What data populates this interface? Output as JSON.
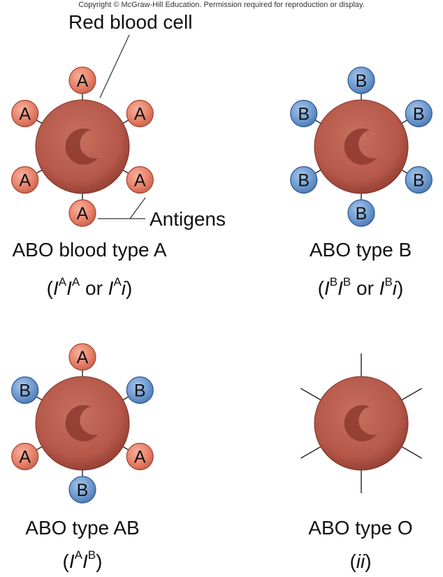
{
  "copyright": "Copyright © McGraw-Hill Education. Permission required for reproduction or display.",
  "callouts": {
    "red_blood_cell": "Red blood cell",
    "antigens": "Antigens"
  },
  "colors": {
    "cell": "#b5584a",
    "cell_dark": "#8e3a2f",
    "antigen_a": "#e8826b",
    "antigen_b": "#6e9bd1"
  },
  "panels": [
    {
      "type_label": "ABO blood type A",
      "genotype": {
        "parts": [
          [
            "I",
            "A"
          ],
          [
            "I",
            "A"
          ]
        ],
        "or": "or",
        "alt": [
          [
            "I",
            "A"
          ]
        ],
        "alt_suffix": "i"
      },
      "antigens": [
        "A",
        "A",
        "A",
        "A",
        "A",
        "A"
      ]
    },
    {
      "type_label": "ABO type B",
      "genotype": {
        "parts": [
          [
            "I",
            "B"
          ],
          [
            "I",
            "B"
          ]
        ],
        "or": "or",
        "alt": [
          [
            "I",
            "B"
          ]
        ],
        "alt_suffix": "i"
      },
      "antigens": [
        "B",
        "B",
        "B",
        "B",
        "B",
        "B"
      ]
    },
    {
      "type_label": "ABO type AB",
      "genotype": {
        "parts": [
          [
            "I",
            "A"
          ],
          [
            "I",
            "B"
          ]
        ]
      },
      "antigens": [
        "A",
        "B",
        "B",
        "A",
        "A",
        "B"
      ]
    },
    {
      "type_label": "ABO type O",
      "genotype": {
        "text": "ii"
      },
      "antigens": []
    }
  ]
}
